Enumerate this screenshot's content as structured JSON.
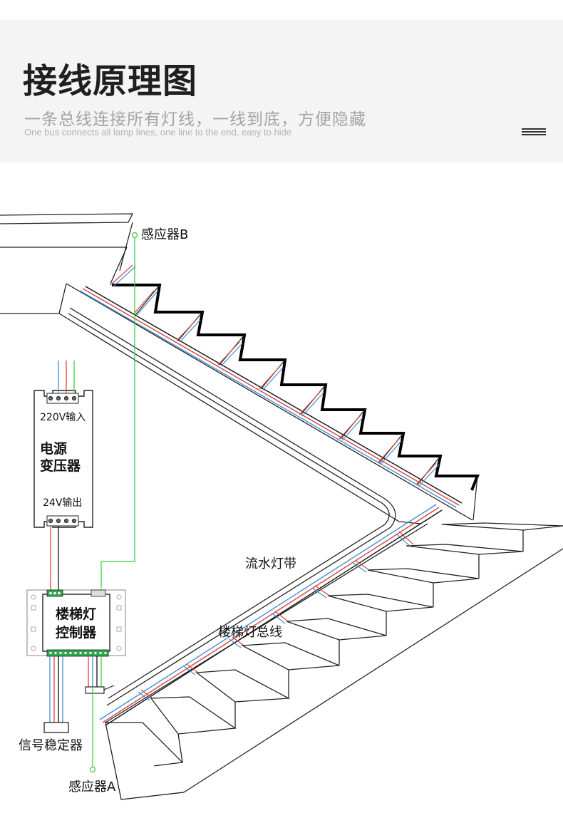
{
  "header": {
    "title": "接线原理图",
    "subtitle": "一条总线连接所有灯线，一线到底，方便隐藏",
    "subtitle_en": "One bus connects all lamp lines, one line to the end, easy to hide"
  },
  "labels": {
    "sensor_b": "感应器B",
    "sensor_a": "感应器A",
    "power_input": "220V输入",
    "power_line1": "电源",
    "power_line2": "变压器",
    "power_output": "24V输出",
    "controller_line1": "楼梯灯",
    "controller_line2": "控制器",
    "flow_strip": "流水灯带",
    "bus_line": "楼梯灯总线",
    "stabilizer": "信号稳定器"
  },
  "colors": {
    "wire_red": "#d9453a",
    "wire_blue": "#3f8fd8",
    "wire_green": "#3fcf3f",
    "wire_black": "#111111",
    "terminal_green": "#2fa84a"
  }
}
